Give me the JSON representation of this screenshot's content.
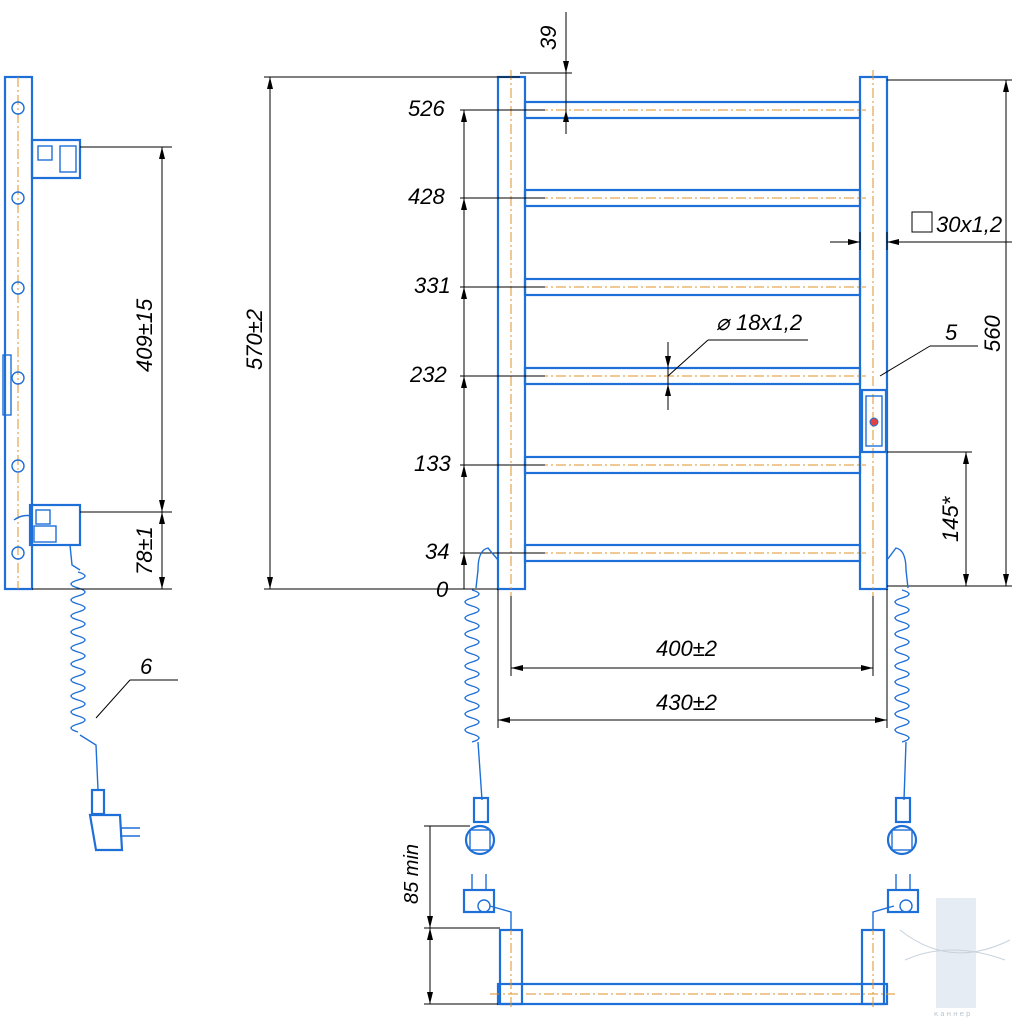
{
  "drawing": {
    "colors": {
      "part": "#1e6fd8",
      "axis": "#e0902a",
      "dimension": "#000000"
    },
    "dimensions": {
      "height_total": "570±2",
      "height_frame": "560",
      "top_offset": "39",
      "mount_spacing": "409±15",
      "mount_bottom": "78±1",
      "heater_offset": "145*",
      "width_inner": "400±2",
      "width_outer": "430±2",
      "clearance_min": "85 min"
    },
    "rung_levels": [
      "526",
      "428",
      "331",
      "232",
      "133",
      "34",
      "0"
    ],
    "profile": {
      "square": "30x1,2",
      "tube": "18x1,2"
    },
    "callouts": {
      "heater": "5",
      "cable": "6"
    },
    "watermark": "каннер"
  }
}
